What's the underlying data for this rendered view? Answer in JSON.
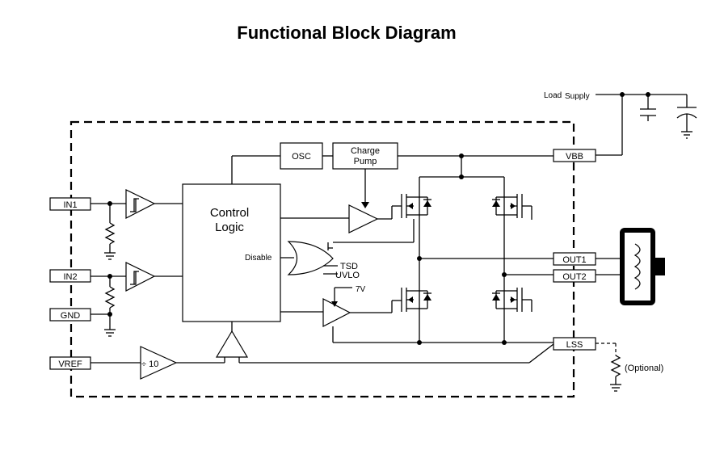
{
  "title": "Functional Block Diagram",
  "pins": {
    "in1": "IN1",
    "in2": "IN2",
    "gnd": "GND",
    "vref": "VREF",
    "vbb": "VBB",
    "out1": "OUT1",
    "out2": "OUT2",
    "lss": "LSS"
  },
  "blocks": {
    "osc": "OSC",
    "charge_pump_line1": "Charge",
    "charge_pump_line2": "Pump",
    "control_logic_line1": "Control",
    "control_logic_line2": "Logic",
    "divider": "÷ 10"
  },
  "labels": {
    "disable": "Disable",
    "tsd": "TSD",
    "uvlo": "UVLO",
    "seven_v": "7V",
    "load_supply_a": "Load",
    "load_supply_b": "Supply",
    "optional": "(Optional)"
  }
}
